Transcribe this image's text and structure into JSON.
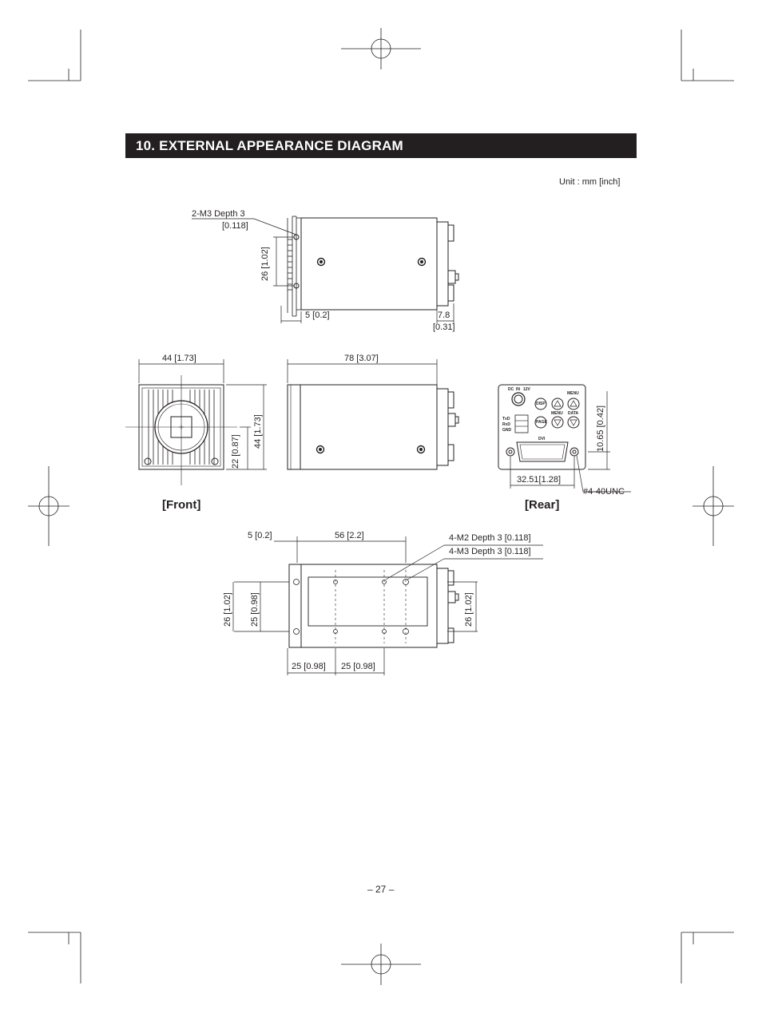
{
  "header": {
    "title": "10. EXTERNAL APPEARANCE DIAGRAM"
  },
  "unit_note": "Unit : mm [inch]",
  "page_number": "– 27 –",
  "views": {
    "front": "[Front]",
    "rear": "[Rear]"
  },
  "top_view": {
    "hole_note_line1": "2-M3 Depth 3",
    "hole_note_line2": "[0.118]",
    "dim_height": "26 [1.02]",
    "dim_offset": "5 [0.2]",
    "dim_rear_line1": "7.8",
    "dim_rear_line2": "[0.31]"
  },
  "front_view": {
    "dim_width": "44 [1.73]",
    "dim_height": "44 [1.73]",
    "dim_center": "22 [0.87]"
  },
  "side_view": {
    "dim_length": "78 [3.07]"
  },
  "rear_view": {
    "dim_pitch": "32.51[1.28]",
    "dim_height": "10.65 [0.42]",
    "screw_note": "#4-40UNC",
    "panel_dc": "DC",
    "panel_in": "IN",
    "panel_12v": "12V",
    "panel_disp": "DISP",
    "panel_page": "PAGE",
    "panel_menu": "MENU",
    "panel_data": "DATA",
    "panel_dvi": "DVI",
    "panel_txd": "TxD",
    "panel_rxd": "RxD",
    "panel_gnd": "GND"
  },
  "bottom_view": {
    "dim_offset": "5 [0.2]",
    "dim_span": "56 [2.2]",
    "note_m2": "4-M2 Depth 3 [0.118]",
    "note_m3": "4-M3 Depth 3 [0.118]",
    "dim_height_left": "26 [1.02]",
    "dim_inner": "25 [0.98]",
    "dim_height_right": "26 [1.02]",
    "dim_bottom_left": "25 [0.98]",
    "dim_bottom_right": "25 [0.98]"
  }
}
